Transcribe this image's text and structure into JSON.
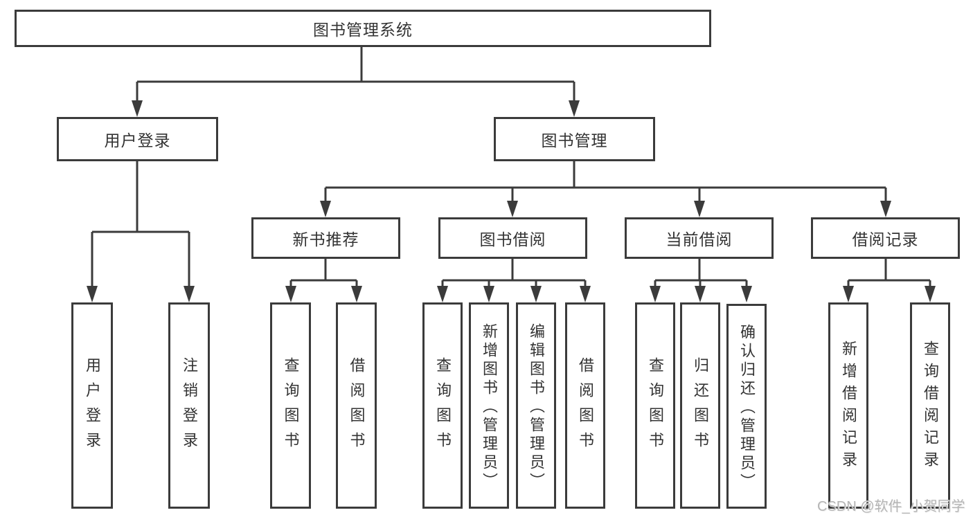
{
  "diagram_title": "图书管理系统",
  "tree": {
    "root": "图书管理系统",
    "branches": [
      {
        "label": "用户登录",
        "children": [
          "用户登录",
          "注销登录"
        ]
      },
      {
        "label": "图书管理",
        "groups": [
          {
            "label": "新书推荐",
            "children": [
              "查询图书",
              "借阅图书"
            ]
          },
          {
            "label": "图书借阅",
            "children": [
              "查询图书",
              "新增图书（管理员）",
              "编辑图书（管理员）",
              "借阅图书"
            ]
          },
          {
            "label": "当前借阅",
            "children": [
              "查询图书",
              "归还图书",
              "确认归还（管理员）"
            ]
          },
          {
            "label": "借阅记录",
            "children": [
              "新增借阅记录",
              "查询借阅记录"
            ]
          }
        ]
      }
    ]
  },
  "watermark": {
    "text": "CSDN @软件_小贺同学"
  },
  "colors": {
    "line": "#3b3b3b",
    "box_border": "#3b3b3b",
    "text": "#333333",
    "watermark": "#b5b5b5",
    "background": "#ffffff"
  }
}
